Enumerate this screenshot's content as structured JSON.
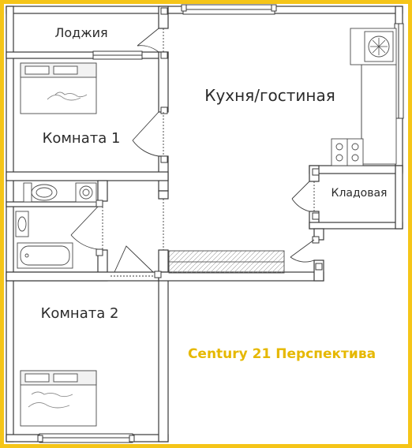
{
  "rooms": {
    "loggia": "Лоджия",
    "room1": "Комната 1",
    "kitchen": "Кухня/гостиная",
    "storage": "Кладовая",
    "room2": "Комната 2"
  },
  "watermark": "Century 21 Перспектива",
  "colors": {
    "frame": "#f5c518",
    "wall": "#ffffff",
    "wall_stroke": "#3a3a3a",
    "text": "#2b2b2b",
    "watermark": "#e6b800"
  }
}
